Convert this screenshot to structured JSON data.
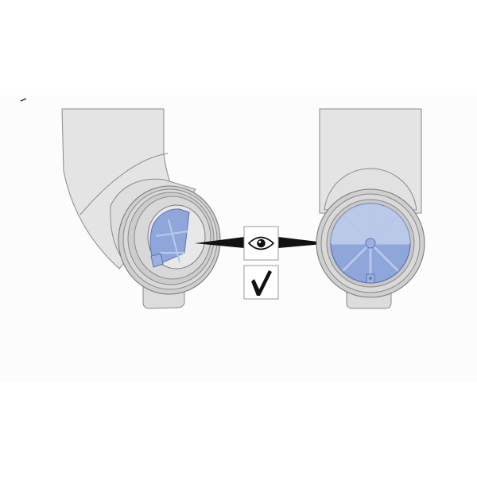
{
  "illustration": {
    "left_part": "angled-elbow-connector",
    "right_part": "straight-connector",
    "center_top_icon": "eye-icon",
    "center_bottom_icon": "checkmark-icon",
    "meaning_hint": "visual-inspection-ok"
  },
  "colors": {
    "background": "#ffffff",
    "panel": "#fcfcfc",
    "part_fill": "#e6e6e6",
    "part_stroke": "#8a8a8a",
    "ring_fill": "#d6d6d6",
    "valve_blue": "#8fa6da",
    "valve_blue_stroke": "#5c73b0",
    "spoke": "#b8c6ea",
    "pointer": "#111111",
    "checkmark": "#111111"
  }
}
